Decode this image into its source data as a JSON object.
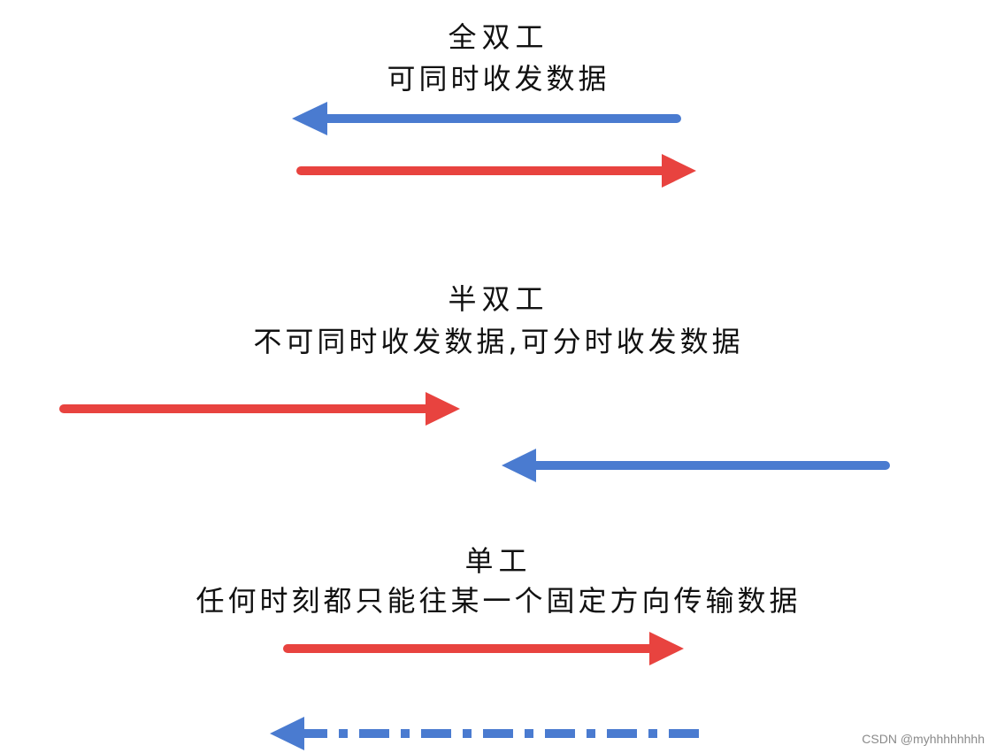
{
  "sections": [
    {
      "title": "全双工",
      "description": "可同时收发数据",
      "arrows": [
        {
          "direction": "left",
          "color": "#4a7bd0",
          "style": "solid"
        },
        {
          "direction": "right",
          "color": "#e8433f",
          "style": "solid"
        }
      ]
    },
    {
      "title": "半双工",
      "description": "不可同时收发数据,可分时收发数据",
      "arrows": [
        {
          "direction": "right",
          "color": "#e8433f",
          "style": "solid"
        },
        {
          "direction": "left",
          "color": "#4a7bd0",
          "style": "solid"
        }
      ]
    },
    {
      "title": "单工",
      "description": "任何时刻都只能往某一个固定方向传输数据",
      "arrows": [
        {
          "direction": "right",
          "color": "#e8433f",
          "style": "solid"
        },
        {
          "direction": "left",
          "color": "#4a7bd0",
          "style": "dash-dot"
        }
      ]
    }
  ],
  "watermark": "CSDN @myhhhhhhhh"
}
